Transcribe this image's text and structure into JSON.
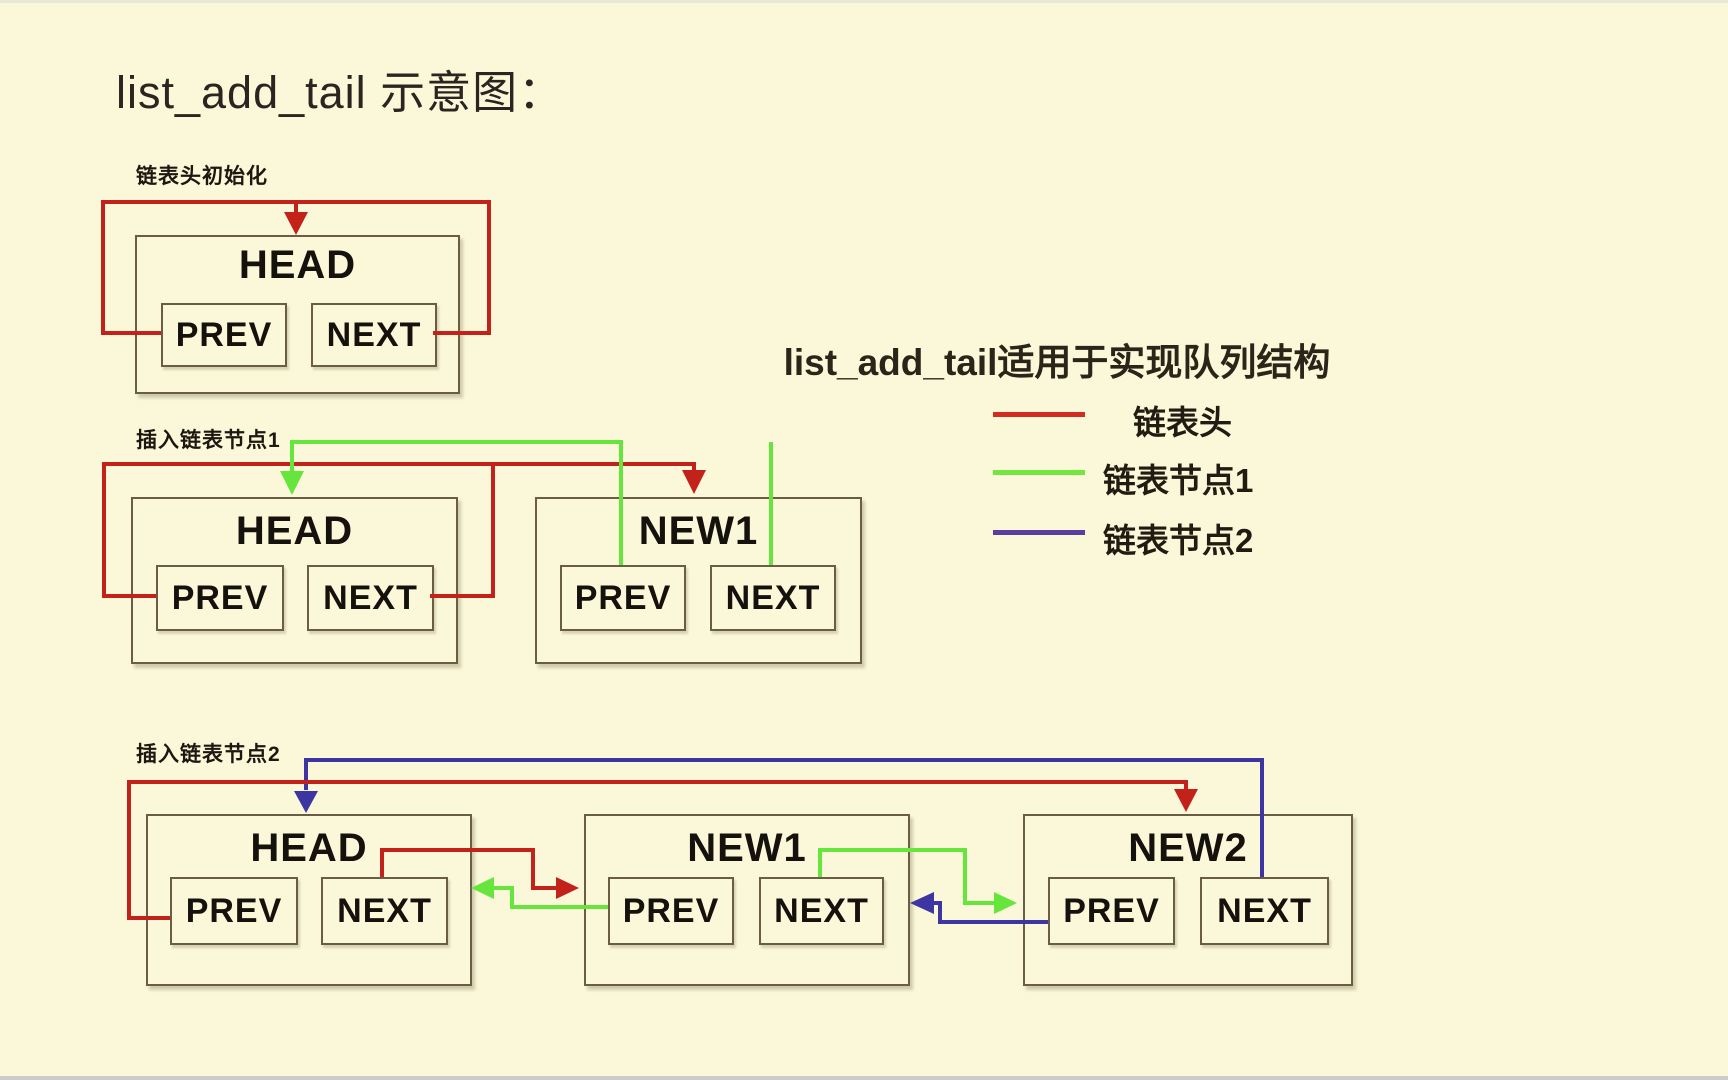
{
  "page": {
    "title": "list_add_tail 示意图："
  },
  "colors": {
    "background": "#faf8d8",
    "box_border": "#6a5c45",
    "text": "#15120d",
    "head_red": "#c2221a",
    "node1_green": "#66e63c",
    "node2_blue": "#3d36a2",
    "legend_node2_purple": "#5b3d9e"
  },
  "diagrams": [
    {
      "label": "链表头初始化",
      "nodes": [
        {
          "title": "HEAD",
          "prev_label": "PREV",
          "next_label": "NEXT"
        }
      ],
      "edges": [
        {
          "from": "HEAD.PREV",
          "to": "HEAD",
          "color": "head_red"
        },
        {
          "from": "HEAD.NEXT",
          "to": "HEAD",
          "color": "head_red"
        }
      ]
    },
    {
      "label": "插入链表节点1",
      "nodes": [
        {
          "title": "HEAD",
          "prev_label": "PREV",
          "next_label": "NEXT"
        },
        {
          "title": "NEW1",
          "prev_label": "PREV",
          "next_label": "NEXT"
        }
      ],
      "edges": [
        {
          "from": "HEAD.PREV",
          "to": "NEW1",
          "color": "head_red"
        },
        {
          "from": "HEAD.NEXT",
          "to": "NEW1",
          "color": "head_red"
        },
        {
          "from": "NEW1.PREV",
          "to": "HEAD",
          "color": "node1_green"
        },
        {
          "from": "NEW1.NEXT",
          "to": "HEAD",
          "color": "node1_green"
        }
      ]
    },
    {
      "label": "插入链表节点2",
      "nodes": [
        {
          "title": "HEAD",
          "prev_label": "PREV",
          "next_label": "NEXT"
        },
        {
          "title": "NEW1",
          "prev_label": "PREV",
          "next_label": "NEXT"
        },
        {
          "title": "NEW2",
          "prev_label": "PREV",
          "next_label": "NEXT"
        }
      ],
      "edges": [
        {
          "from": "HEAD.PREV",
          "to": "NEW2",
          "color": "head_red"
        },
        {
          "from": "HEAD.NEXT",
          "to": "NEW1",
          "color": "head_red"
        },
        {
          "from": "NEW1.PREV",
          "to": "HEAD",
          "color": "node1_green"
        },
        {
          "from": "NEW1.NEXT",
          "to": "NEW2",
          "color": "node1_green"
        },
        {
          "from": "NEW2.PREV",
          "to": "NEW1",
          "color": "node2_blue"
        },
        {
          "from": "NEW2.NEXT",
          "to": "HEAD",
          "color": "node2_blue"
        }
      ]
    }
  ],
  "legend": {
    "title": "list_add_tail适用于实现队列结构",
    "items": [
      {
        "label": "链表头",
        "color": "#d32b20"
      },
      {
        "label": "链表节点1",
        "color": "#72e83e"
      },
      {
        "label": "链表节点2",
        "color": "#5b3d9e"
      }
    ]
  }
}
